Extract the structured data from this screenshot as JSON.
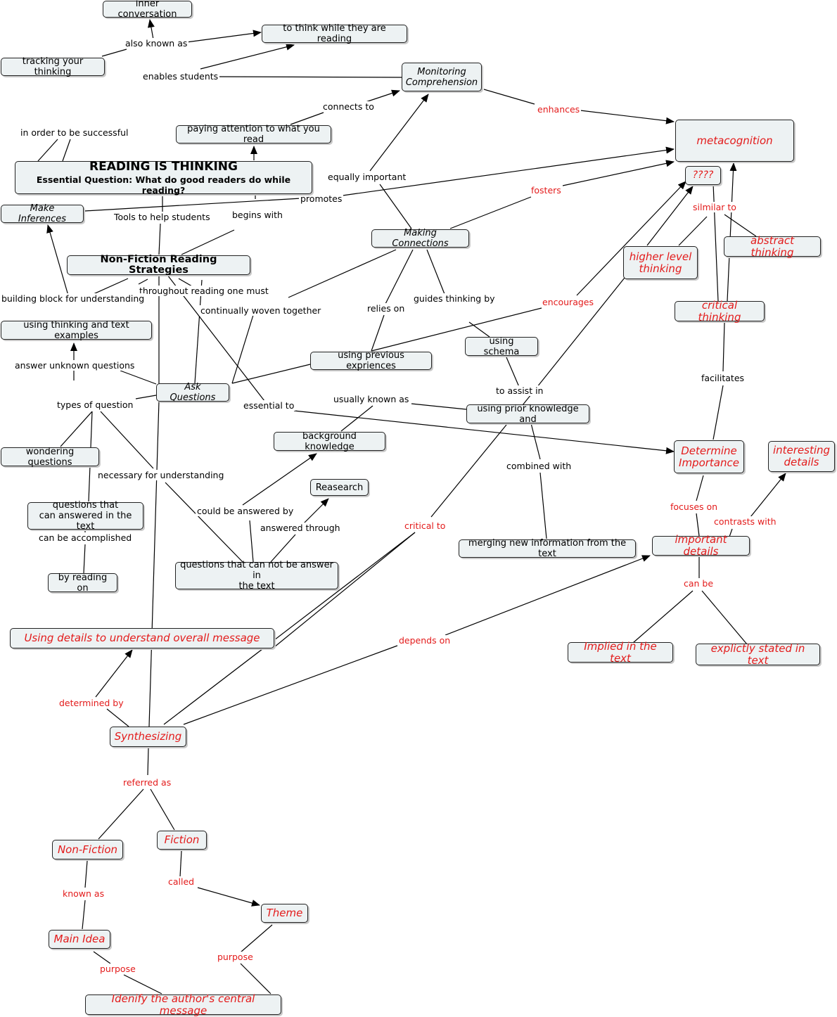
{
  "palette": {
    "concept_fill": "#edf2f3",
    "border": "#222222",
    "accent_red": "#e31b1b",
    "text": "#000000"
  },
  "concepts": {
    "inner_conversation": "inner conversation",
    "think_while_reading": "to think while they are reading",
    "tracking_thinking": "tracking your thinking",
    "monitoring": "Monitoring\nComprehension",
    "metacognition": "metacognition",
    "paying_attention": "paying attention to what you read",
    "title_main": "READING IS THINKING",
    "title_sub": "Essential Question: What do good readers do while reading?",
    "question_marks": "????",
    "make_inferences": "Make Inferences",
    "making_connections": "Making Connections",
    "higher_level": "higher level\nthinking",
    "abstract_thinking": "abstract thinking",
    "nonfiction_strategies": "Non-Fiction Reading Strategies",
    "critical_thinking": "critical thinking",
    "thinking_text_examples": "using thinking and text examples",
    "using_schema": "using schema",
    "previous_experiences": "using previous expriences",
    "ask_questions": "Ask Questions",
    "prior_knowledge": "using prior knowledge and",
    "background_knowledge": "background knowledge",
    "wondering_questions": "wondering questions",
    "determine_importance": "Determine\nImportance",
    "interesting_details": "interesting\ndetails",
    "reasearch": "Reasearch",
    "questions_in_text": "questions that\ncan answered in the text",
    "merging": "merging new information from the text",
    "important_details": "important details",
    "by_reading_on": "by reading on",
    "questions_not_in_text": "questions that can not be answer in\nthe text",
    "using_details": "Using details to understand overall message",
    "implied": "Implied in the text",
    "explicitly": "explictly stated in text",
    "synthesizing": "Synthesizing",
    "nonfiction": "Non-Fiction",
    "fiction": "Fiction",
    "theme": "Theme",
    "main_idea": "Main Idea",
    "identify_message": "Idenify the author's central message"
  },
  "link_labels": {
    "also_known_as": "also known as",
    "enables_students": "enables students",
    "connects_to": "connects to",
    "enhances": "enhances",
    "in_order": "in order to be successful",
    "equally_important": "equally important",
    "fosters": "fosters",
    "silmilar_to": "silmilar to",
    "promotes": "promotes",
    "tools": "Tools to help students",
    "begins_with": "begins with",
    "throughout": "throughout reading one must",
    "building_block": "building block for understanding",
    "continually": "continually woven together",
    "relies_on": "relies on",
    "guides_thinking": "guides thinking by",
    "encourages": "encourages",
    "answer_unknown": "answer unknown questions",
    "facilitates": "facilitates",
    "to_assist_in": "to assist in",
    "types_of_question": "types of question",
    "essential_to": "essential to",
    "usually_known_as": "usually known as",
    "combined_with": "combined with",
    "necessary": "necessary for understanding",
    "focuses_on": "focuses on",
    "could_be_answered": "could be answered by",
    "contrasts_with": "contrasts with",
    "critical_to": "critical to",
    "answered_through": "answered through",
    "can_be_accomplished": "can be accomplished",
    "can_be": "can be",
    "depends_on": "depends on",
    "determined_by": "determined by",
    "referred_as": "referred as",
    "known_as": "known as",
    "called": "called",
    "purpose_1": "purpose",
    "purpose_2": "purpose"
  }
}
